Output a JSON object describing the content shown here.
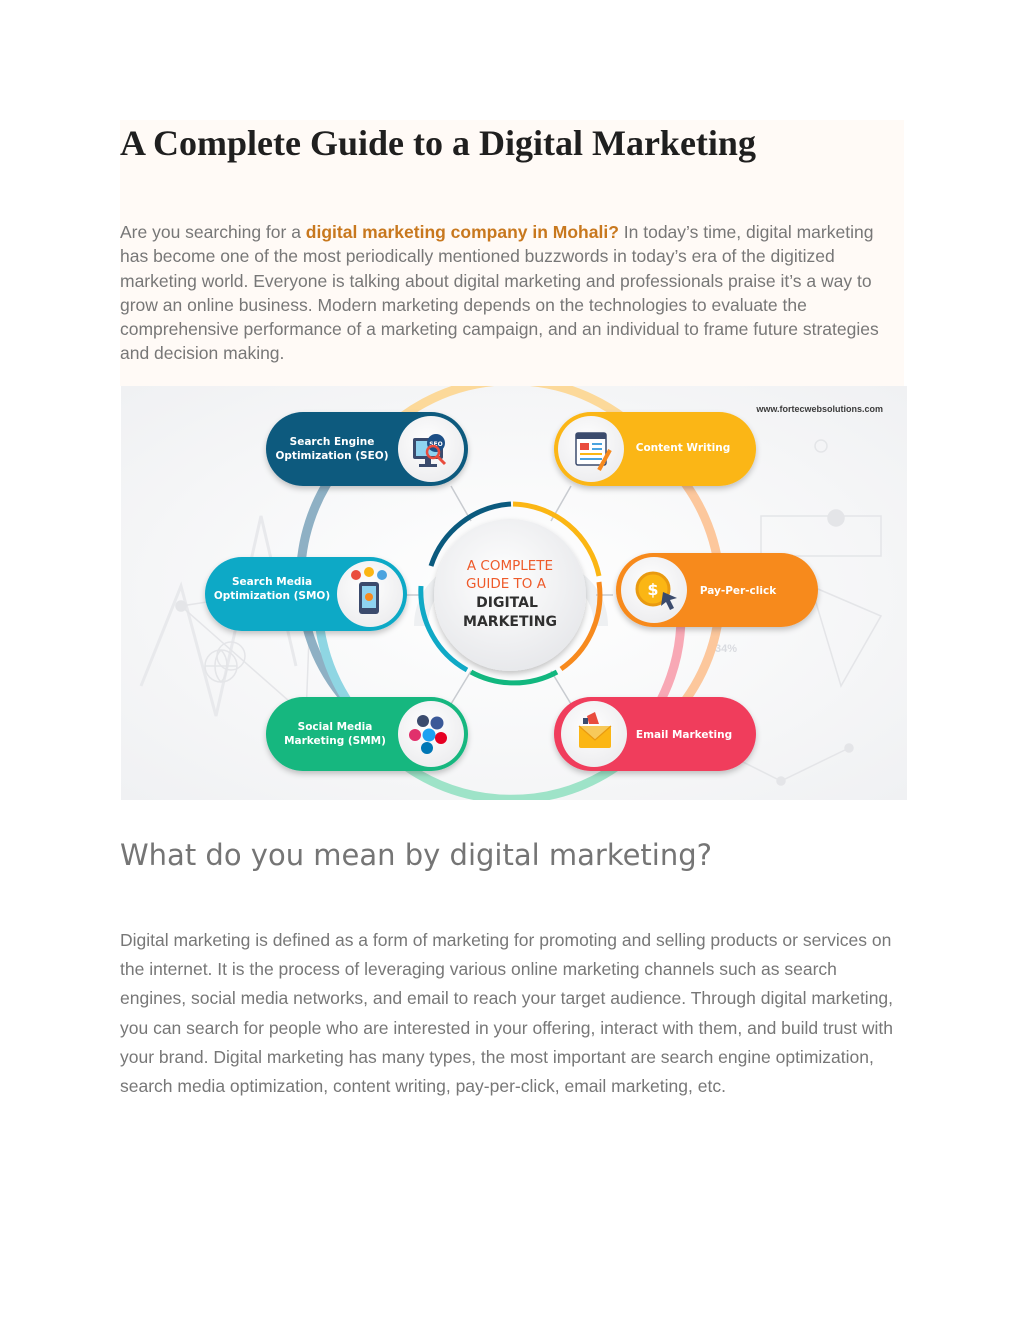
{
  "article": {
    "title": "A Complete Guide to a Digital Marketing",
    "intro_before": "Are you searching for a ",
    "intro_link": "digital marketing company in Mohali",
    "intro_question_mark": "?",
    "intro_after": "  In today’s time, digital marketing has become one of the most periodically mentioned buzzwords in today’s era of the digitized marketing world. Everyone is talking about digital marketing and professionals praise it’s a way to grow an online business. Modern marketing depends on the technologies to evaluate the comprehensive performance of a marketing campaign, and an individual to frame future strategies and decision making.",
    "section_heading": "What do you mean by digital marketing?",
    "section_body": "Digital marketing is defined as a form of marketing for promoting and selling products or services on the internet. It is the process of leveraging various online marketing channels such as search engines, social media networks, and email to reach your target audience. Through digital marketing, you can search for people who are interested in your offering, interact with them, and build trust with your brand. Digital marketing has many types, the most important are search engine optimization, search media optimization, content writing, pay-per-click, email marketing, etc."
  },
  "infographic": {
    "watermark": "www.fortecwebsolutions.com",
    "center_line1": "A COMPLETE",
    "center_line2": "GUIDE TO A",
    "center_line3": "DIGITAL",
    "center_line4": "MARKETING",
    "seo_line1": "Search Engine",
    "seo_line2": "Optimization (SEO)",
    "seo_badge": "SEO",
    "smo_line1": "Search Media",
    "smo_line2": "Optimization (SMO)",
    "smm_line1": "Social Media",
    "smm_line2": "Marketing (SMM)",
    "content_label": "Content Writing",
    "ppc_label": "Pay-Per-click",
    "email_label": "Email Marketing",
    "bg_percent": "34%",
    "colors": {
      "seo": "#0b5a7e",
      "smo": "#10a9c6",
      "smm": "#12b77f",
      "content": "#fbb614",
      "ppc": "#f78a1e",
      "email": "#f03c5b",
      "center_accent": "#ee5a2a",
      "link": "#c8781e"
    }
  }
}
